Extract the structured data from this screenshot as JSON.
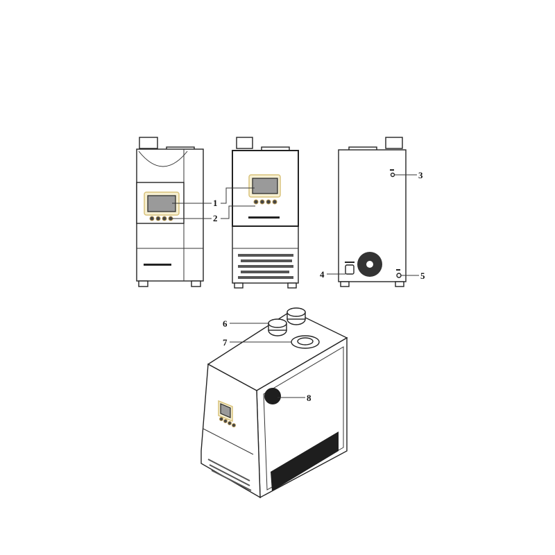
{
  "diagram": {
    "views": [
      "left-side-view",
      "front-view",
      "rear-view",
      "isometric-view"
    ],
    "callouts": [
      {
        "number": "1"
      },
      {
        "number": "2"
      },
      {
        "number": "3"
      },
      {
        "number": "4"
      },
      {
        "number": "5"
      },
      {
        "number": "6"
      },
      {
        "number": "7"
      },
      {
        "number": "8"
      }
    ]
  }
}
